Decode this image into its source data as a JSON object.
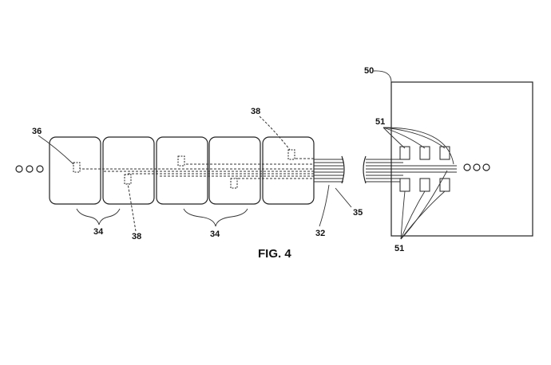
{
  "figure": {
    "caption": "FIG. 4",
    "labels": {
      "ref_36": "36",
      "ref_38_top": "38",
      "ref_38_bottom": "38",
      "ref_34_left": "34",
      "ref_34_mid": "34",
      "ref_32": "32",
      "ref_35": "35",
      "ref_50": "50",
      "ref_51_top": "51",
      "ref_51_bottom": "51"
    }
  }
}
